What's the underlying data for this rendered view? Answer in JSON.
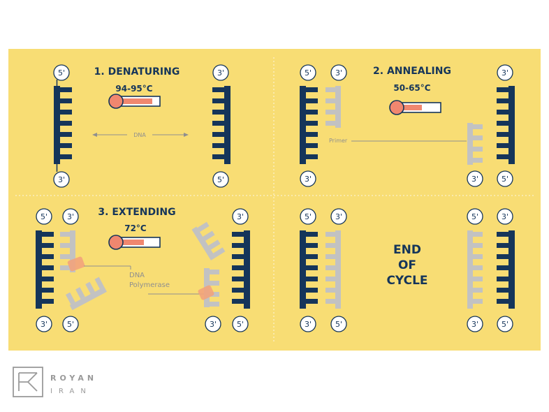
{
  "colors": {
    "background": "#f8dd74",
    "dna_strand": "#15355a",
    "primer_strand": "#c2c2c2",
    "thermometer": "#f0876f",
    "polymerase": "#f2a37c",
    "label_gray": "#8f8f8f",
    "divider": "#ffffff"
  },
  "panels": {
    "denaturing": {
      "title": "1. DENATURING",
      "temperature": "94-95°C",
      "arrow_label": "DNA",
      "left_top": "5'",
      "left_bottom": "3'",
      "right_top": "3'",
      "right_bottom": "5'"
    },
    "annealing": {
      "title": "2. ANNEALING",
      "temperature": "50-65°C",
      "primer_label": "Primer",
      "left_top_a": "5'",
      "left_top_b": "3'",
      "left_bottom": "3'",
      "right_top": "3'",
      "right_bottom_a": "3'",
      "right_bottom_b": "5'"
    },
    "extending": {
      "title": "3. EXTENDING",
      "temperature": "72°C",
      "enzyme_label_line1": "DNA",
      "enzyme_label_line2": "Polymerase",
      "left_top_a": "5'",
      "left_top_b": "3'",
      "left_bottom_a": "3'",
      "left_bottom_b": "5'",
      "right_top": "3'",
      "right_bottom_a": "3'",
      "right_bottom_b": "5'"
    },
    "end_of_cycle": {
      "line1": "END",
      "line2": "OF",
      "line3": "CYCLE",
      "left_top_a": "5'",
      "left_top_b": "3'",
      "left_bottom_a": "3'",
      "left_bottom_b": "5'",
      "right_top_a": "5'",
      "right_top_b": "3'",
      "right_bottom_a": "3'",
      "right_bottom_b": "5'"
    }
  },
  "logo": {
    "line1": "ROYAN",
    "line2": "IRAN"
  }
}
